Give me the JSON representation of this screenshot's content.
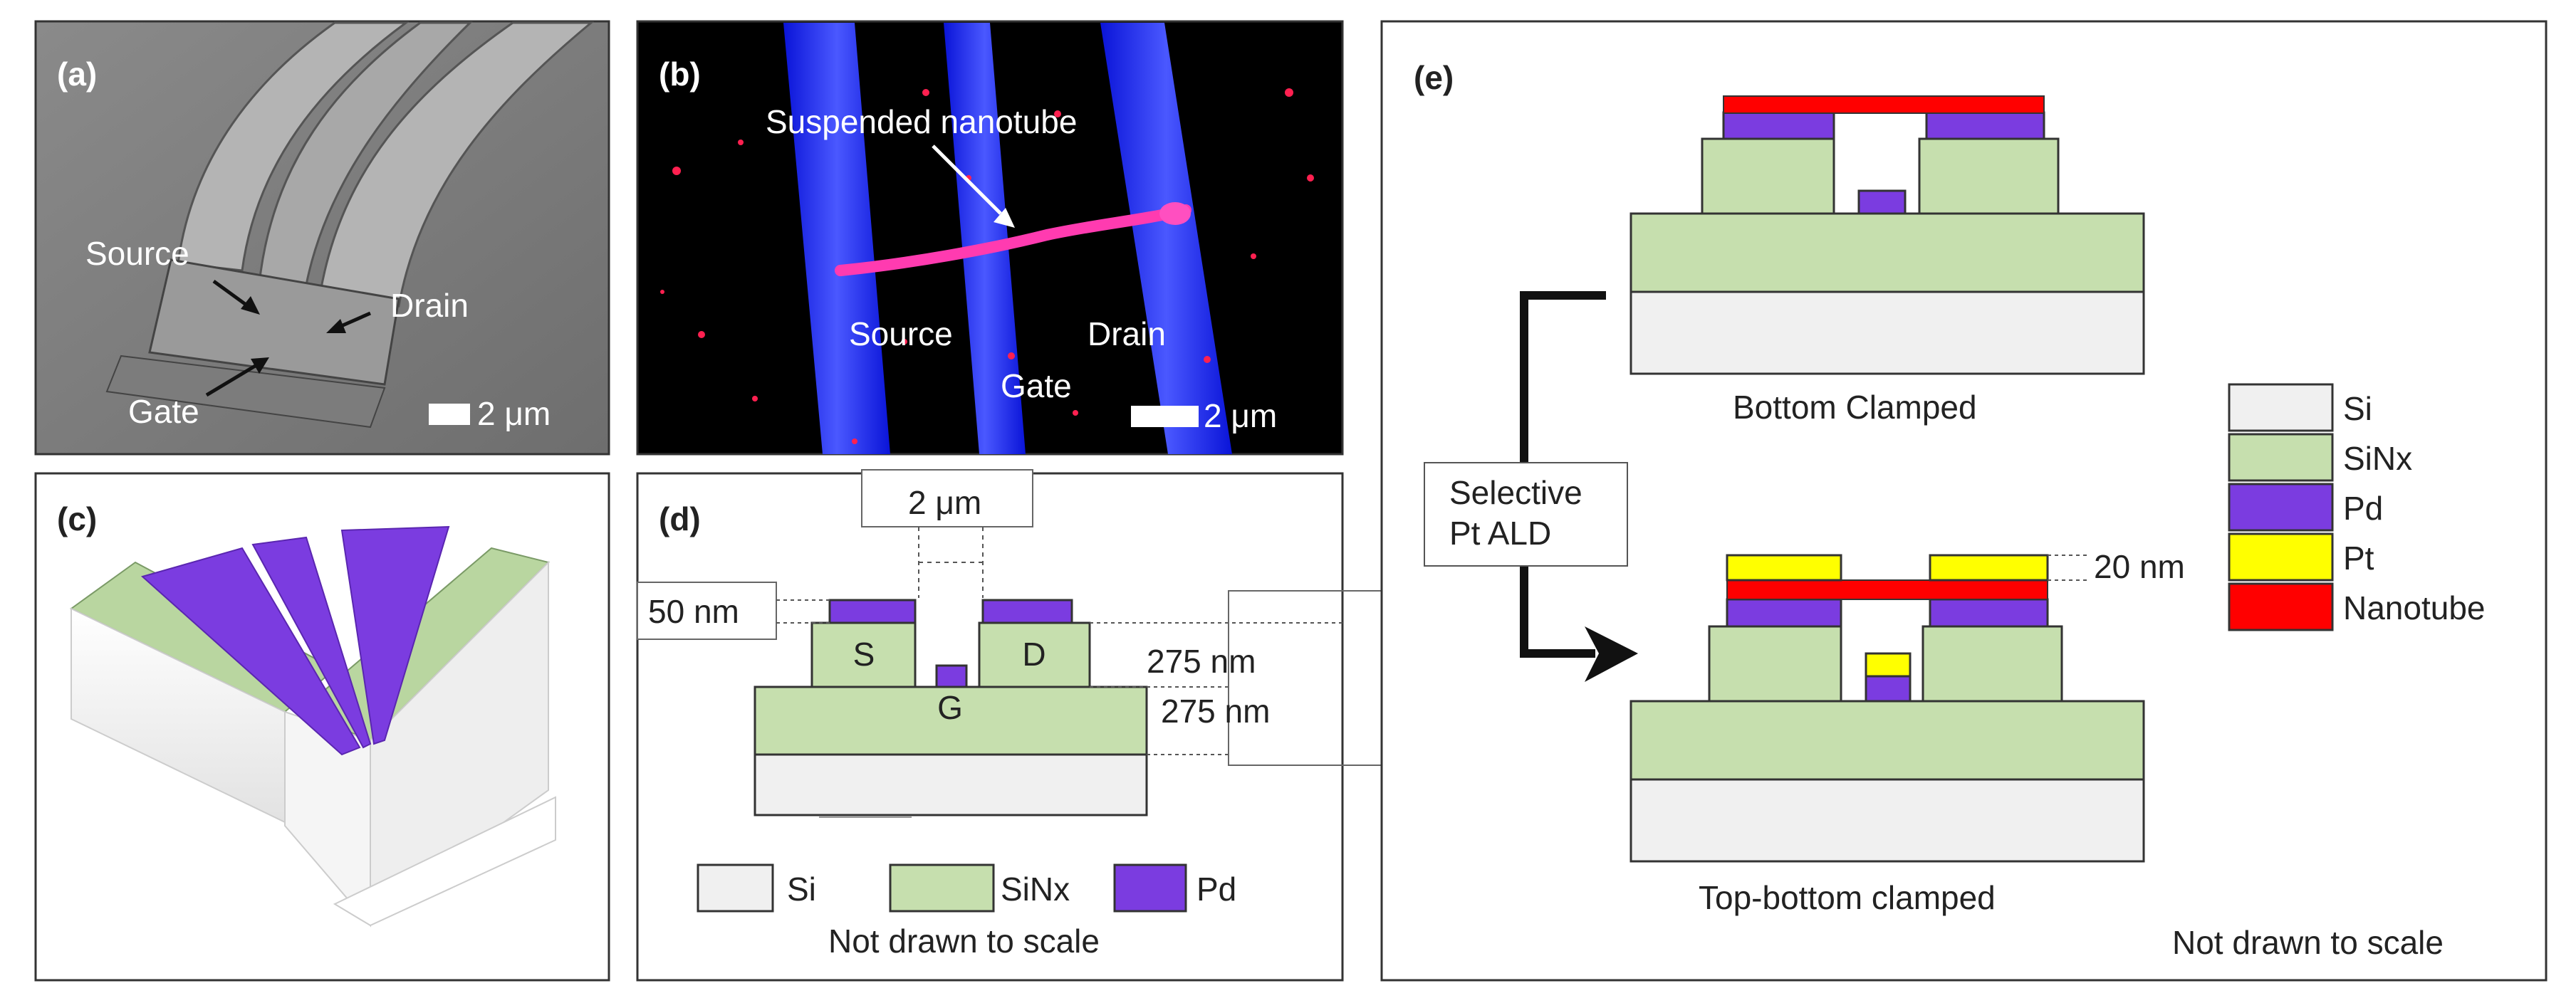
{
  "colors": {
    "si": "#f0f0f0",
    "sinx": "#c6dfae",
    "pd": "#7b3ce0",
    "pt": "#ffff00",
    "nanotube": "#ff0000",
    "stroke": "#333333",
    "fluor_blue": "#2f3cff",
    "fluor_red": "#ff2050"
  },
  "panels": {
    "a": {
      "letter": "(a)",
      "source": "Source",
      "drain": "Drain",
      "gate": "Gate",
      "scale": "2 μm"
    },
    "b": {
      "letter": "(b)",
      "nanotube": "Suspended nanotube",
      "source": "Source",
      "drain": "Drain",
      "gate": "Gate",
      "scale": "2 μm"
    },
    "c": {
      "letter": "(c)"
    },
    "d": {
      "letter": "(d)",
      "width": "2 μm",
      "thickness_pd": "50 nm",
      "thickness_top": "275 nm",
      "thickness_bottom": "275 nm",
      "s": "S",
      "d": "D",
      "g": "G",
      "legend": [
        "Si",
        "SiNx",
        "Pd"
      ],
      "note": "Not drawn to scale"
    },
    "e": {
      "letter": "(e)",
      "top_caption": "Bottom Clamped",
      "bottom_caption": "Top-bottom clamped",
      "process_line1": "Selective",
      "process_line2": "Pt ALD",
      "thickness_pt": "20 nm",
      "legend": [
        "Si",
        "SiNx",
        "Pd",
        "Pt",
        "Nanotube"
      ],
      "note": "Not drawn to scale"
    }
  }
}
